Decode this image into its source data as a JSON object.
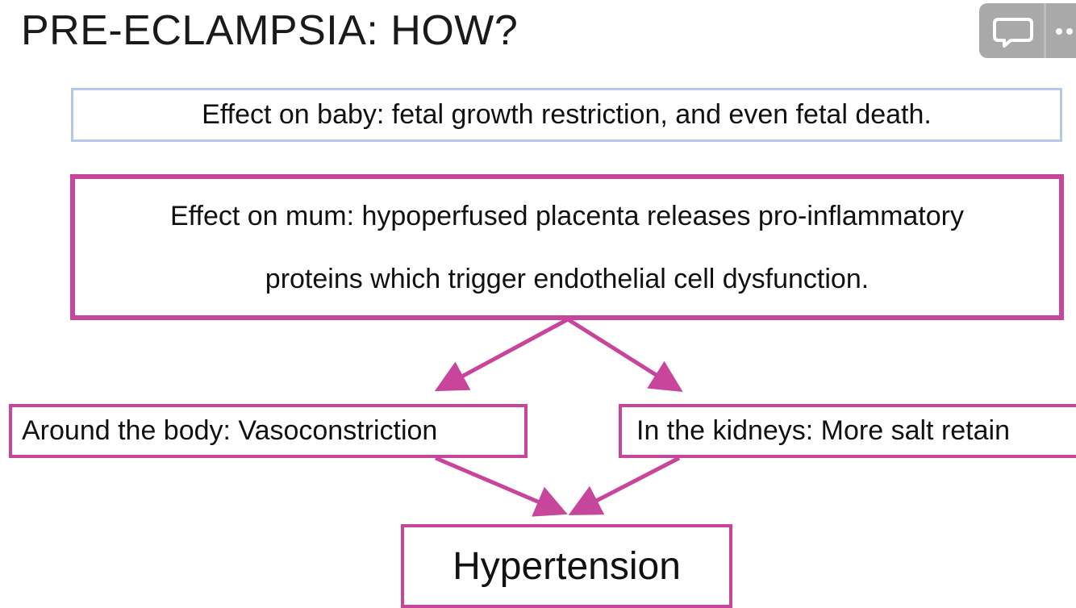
{
  "title": "PRE-ECLAMPSIA: HOW?",
  "boxes": {
    "baby": "Effect on baby: fetal growth restriction, and even fetal death.",
    "mum_line1": "Effect on mum: hypoperfused placenta releases pro-inflammatory",
    "mum_line2": "proteins which trigger endothelial cell dysfunction.",
    "body": "Around the body: Vasoconstriction",
    "kidneys": "In the kidneys: More salt retain",
    "outcome": "Hypertension"
  },
  "controls": {
    "comment_icon": "comment-icon",
    "more_icon": "more-dots-icon"
  },
  "colors": {
    "accent": "#c8459c",
    "baby_border": "#b5c8e6",
    "controls_bg": "#a9a9a9"
  }
}
